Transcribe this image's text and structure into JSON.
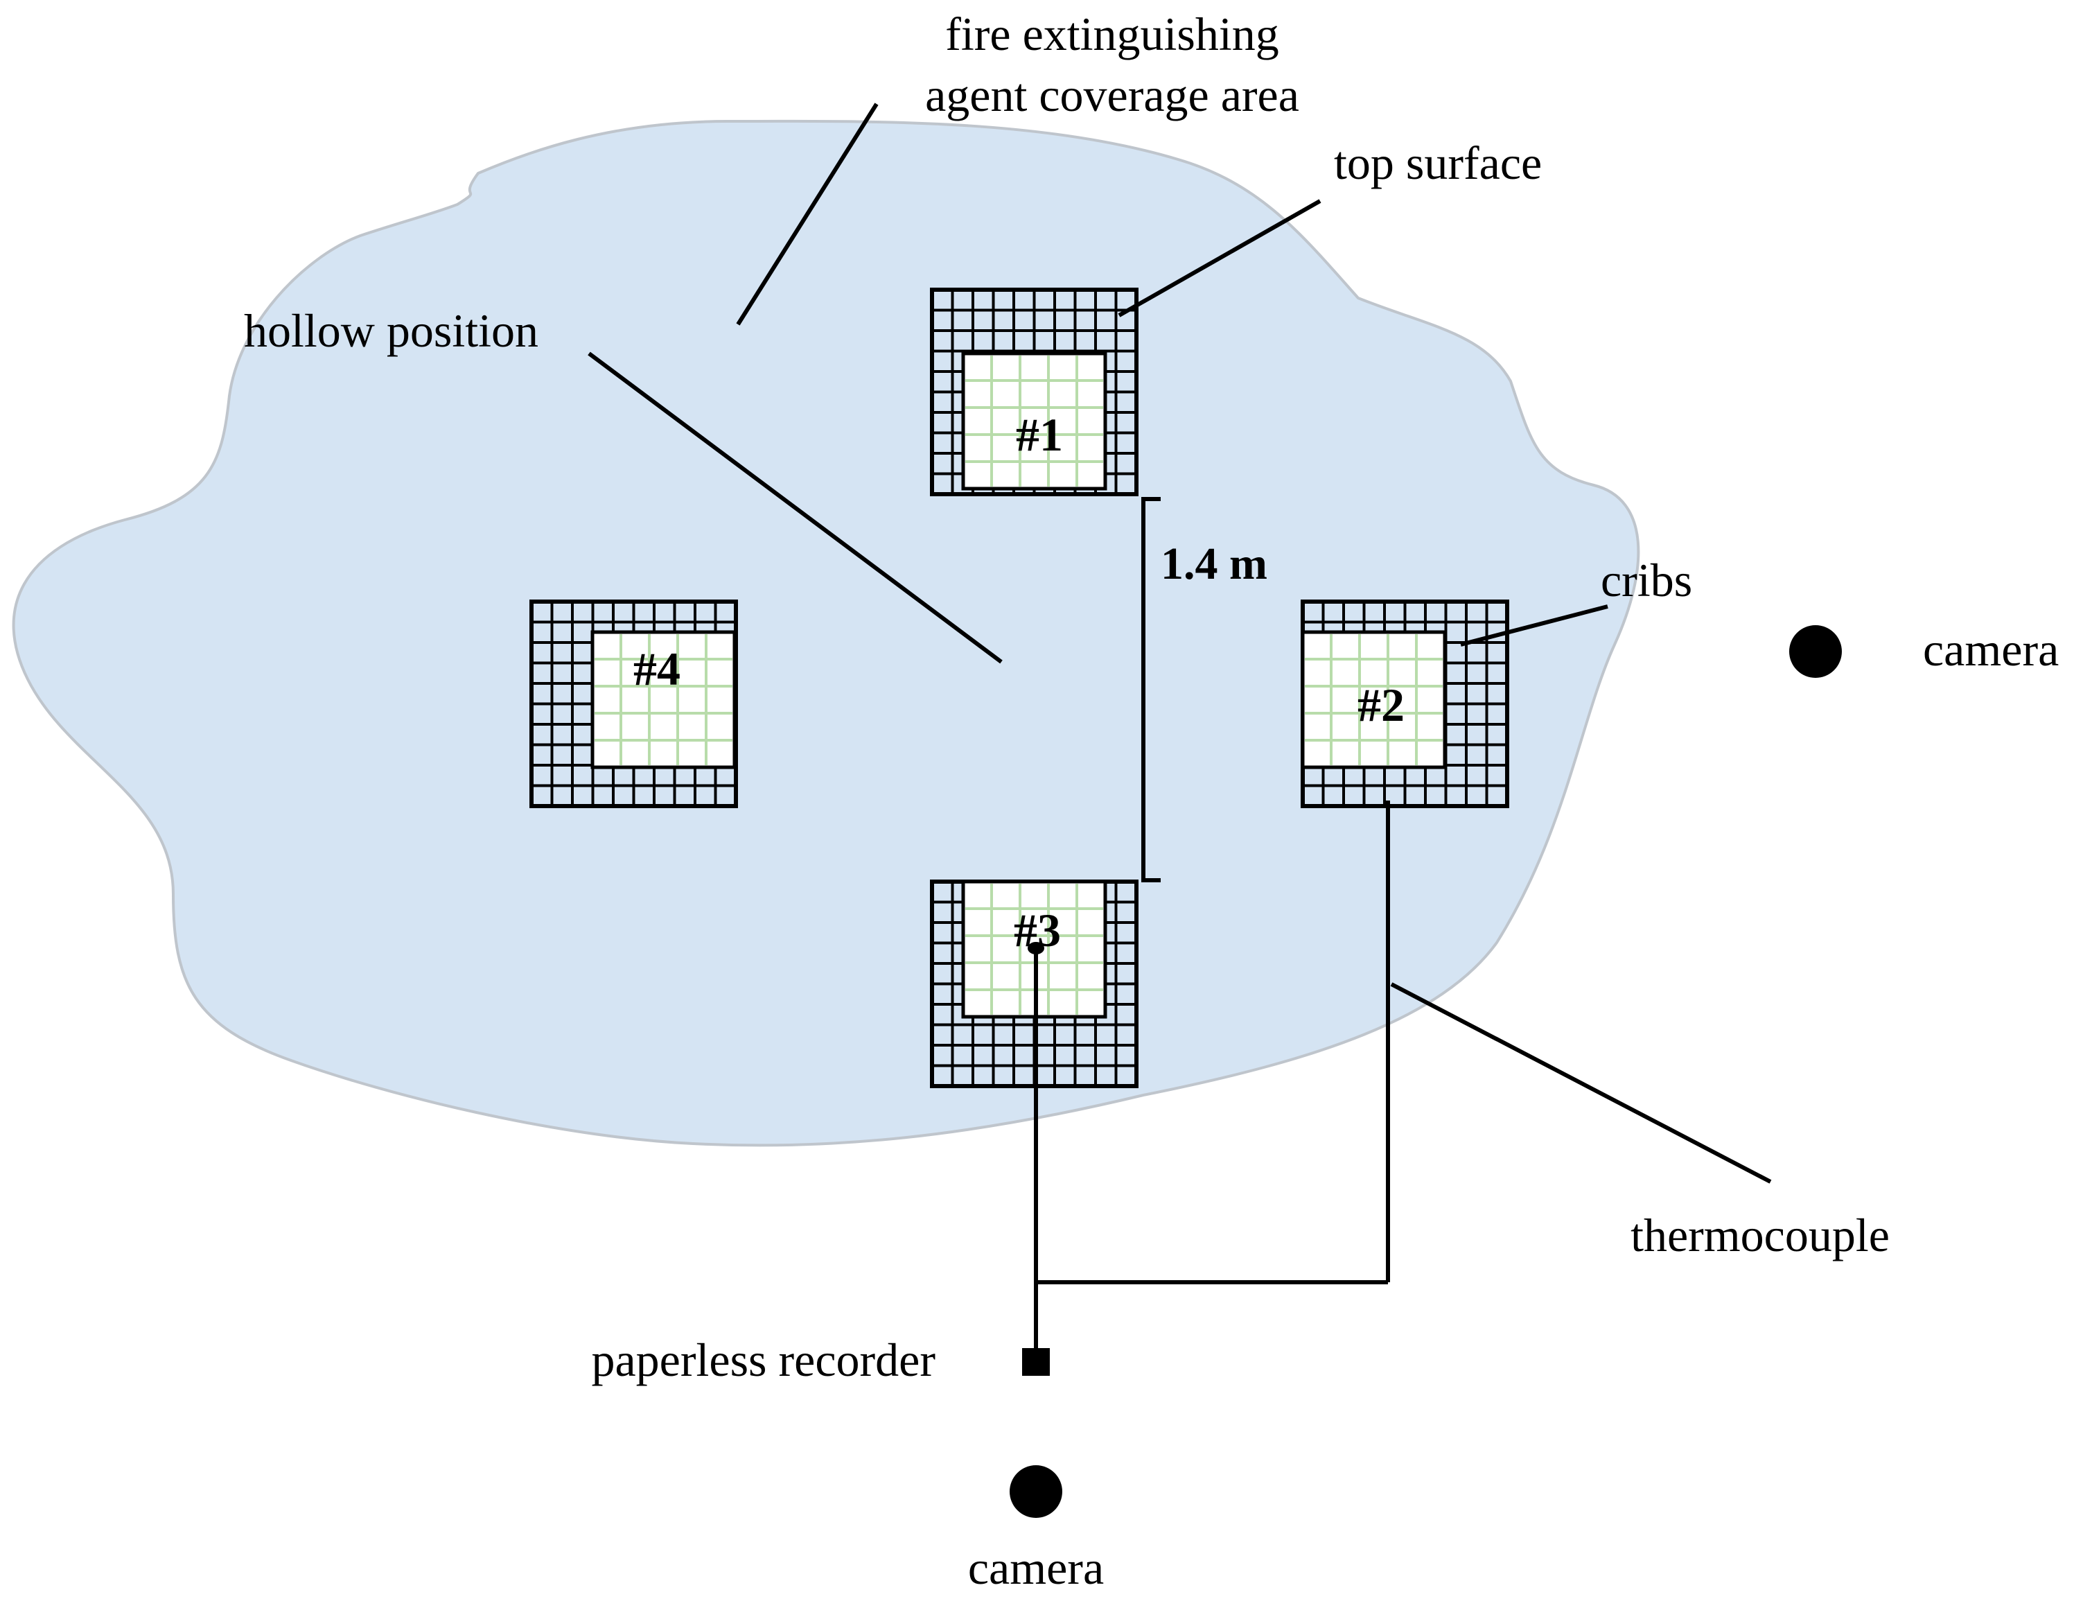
{
  "labels": {
    "coverage_line1": "fire extinguishing",
    "coverage_line2": "agent coverage area",
    "top_surface": "top surface",
    "hollow_position": "hollow position",
    "distance": "1.4 m",
    "cribs": "cribs",
    "thermocouple": "thermocouple",
    "paperless_recorder": "paperless recorder",
    "camera_right": "camera",
    "camera_bottom": "camera"
  },
  "cribs": [
    {
      "id": "crib-1",
      "label": "#1"
    },
    {
      "id": "crib-2",
      "label": "#2"
    },
    {
      "id": "crib-3",
      "label": "#3"
    },
    {
      "id": "crib-4",
      "label": "#4"
    }
  ],
  "colors": {
    "coverage_fill": "#d5e4f3",
    "coverage_stroke": "#bfc5cc",
    "inner_grid": "#b8dcaa",
    "line": "#000000"
  }
}
